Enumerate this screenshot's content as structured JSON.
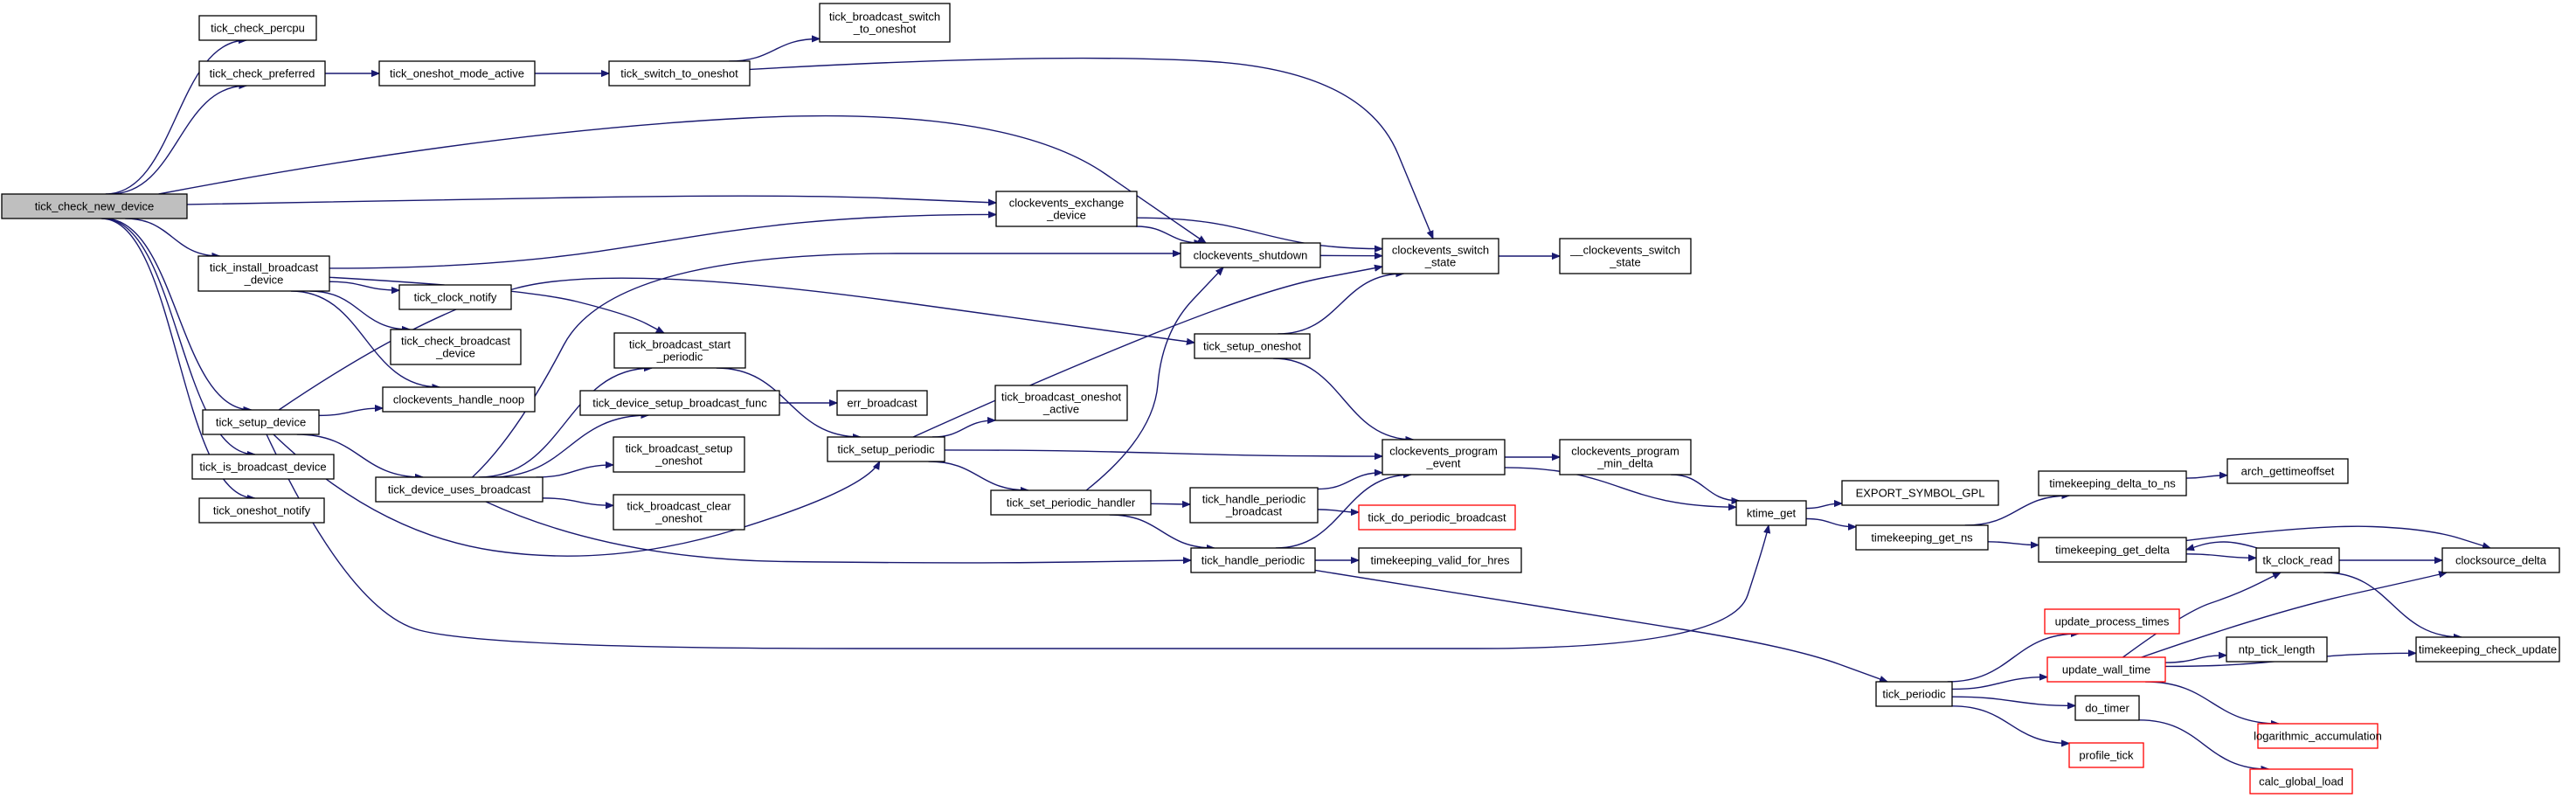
{
  "graph": {
    "root": "tick_check_new_device",
    "colors": {
      "edge": "#191970",
      "root_fill": "#bfbfbf",
      "node_border": "#000000",
      "truncated_border": "#ff0000"
    },
    "nodes": [
      {
        "id": "n0",
        "lines": [
          "tick_check_new_device"
        ],
        "root": true
      },
      {
        "id": "n1",
        "lines": [
          "tick_check_percpu"
        ]
      },
      {
        "id": "n2",
        "lines": [
          "tick_check_preferred"
        ]
      },
      {
        "id": "n3",
        "lines": [
          "tick_oneshot_mode_active"
        ]
      },
      {
        "id": "n4",
        "lines": [
          "tick_switch_to_oneshot"
        ]
      },
      {
        "id": "n5",
        "lines": [
          "tick_broadcast_switch",
          "_to_oneshot"
        ]
      },
      {
        "id": "n6",
        "lines": [
          "clockevents_switch",
          "_state"
        ]
      },
      {
        "id": "n7",
        "lines": [
          "__clockevents_switch",
          "_state"
        ]
      },
      {
        "id": "n8",
        "lines": [
          "clockevents_exchange",
          "_device"
        ]
      },
      {
        "id": "n9",
        "lines": [
          "clockevents_shutdown"
        ]
      },
      {
        "id": "n10",
        "lines": [
          "tick_install_broadcast",
          "_device"
        ]
      },
      {
        "id": "n11",
        "lines": [
          "tick_clock_notify"
        ]
      },
      {
        "id": "n12",
        "lines": [
          "tick_check_broadcast",
          "_device"
        ]
      },
      {
        "id": "n13",
        "lines": [
          "clockevents_handle_noop"
        ]
      },
      {
        "id": "n14",
        "lines": [
          "tick_broadcast_start",
          "_periodic"
        ]
      },
      {
        "id": "n15",
        "lines": [
          "tick_setup_oneshot"
        ]
      },
      {
        "id": "n16",
        "lines": [
          "tick_setup_device"
        ]
      },
      {
        "id": "n17",
        "lines": [
          "tick_device_setup_broadcast_func"
        ]
      },
      {
        "id": "n18",
        "lines": [
          "err_broadcast"
        ]
      },
      {
        "id": "n19",
        "lines": [
          "tick_broadcast_oneshot",
          "_active"
        ]
      },
      {
        "id": "n20",
        "lines": [
          "tick_setup_periodic"
        ]
      },
      {
        "id": "n21",
        "lines": [
          "clockevents_program",
          "_event"
        ]
      },
      {
        "id": "n22",
        "lines": [
          "clockevents_program",
          "_min_delta"
        ]
      },
      {
        "id": "n23",
        "lines": [
          "tick_is_broadcast_device"
        ]
      },
      {
        "id": "n24",
        "lines": [
          "tick_device_uses_broadcast"
        ]
      },
      {
        "id": "n25",
        "lines": [
          "tick_broadcast_setup",
          "_oneshot"
        ]
      },
      {
        "id": "n26",
        "lines": [
          "tick_broadcast_clear",
          "_oneshot"
        ]
      },
      {
        "id": "n27",
        "lines": [
          "tick_oneshot_notify"
        ]
      },
      {
        "id": "n28",
        "lines": [
          "tick_set_periodic_handler"
        ]
      },
      {
        "id": "n29",
        "lines": [
          "tick_handle_periodic",
          "_broadcast"
        ]
      },
      {
        "id": "n30",
        "lines": [
          "tick_do_periodic_broadcast"
        ],
        "truncated": true
      },
      {
        "id": "n31",
        "lines": [
          "tick_handle_periodic"
        ]
      },
      {
        "id": "n32",
        "lines": [
          "timekeeping_valid_for_hres"
        ]
      },
      {
        "id": "n33",
        "lines": [
          "ktime_get"
        ]
      },
      {
        "id": "n34",
        "lines": [
          "EXPORT_SYMBOL_GPL"
        ]
      },
      {
        "id": "n35",
        "lines": [
          "timekeeping_delta_to_ns"
        ]
      },
      {
        "id": "n36",
        "lines": [
          "arch_gettimeoffset"
        ]
      },
      {
        "id": "n37",
        "lines": [
          "timekeeping_get_ns"
        ]
      },
      {
        "id": "n38",
        "lines": [
          "timekeeping_get_delta"
        ]
      },
      {
        "id": "n39",
        "lines": [
          "tk_clock_read"
        ]
      },
      {
        "id": "n40",
        "lines": [
          "clocksource_delta"
        ]
      },
      {
        "id": "n41",
        "lines": [
          "tick_periodic"
        ]
      },
      {
        "id": "n42",
        "lines": [
          "update_process_times"
        ],
        "truncated": true
      },
      {
        "id": "n43",
        "lines": [
          "update_wall_time"
        ],
        "truncated": true
      },
      {
        "id": "n44",
        "lines": [
          "ntp_tick_length"
        ]
      },
      {
        "id": "n45",
        "lines": [
          "timekeeping_check_update"
        ]
      },
      {
        "id": "n46",
        "lines": [
          "do_timer"
        ]
      },
      {
        "id": "n47",
        "lines": [
          "logarithmic_accumulation"
        ],
        "truncated": true
      },
      {
        "id": "n48",
        "lines": [
          "profile_tick"
        ],
        "truncated": true
      },
      {
        "id": "n49",
        "lines": [
          "calc_global_load"
        ],
        "truncated": true
      }
    ],
    "edges": [
      [
        "n0",
        "n1"
      ],
      [
        "n0",
        "n2"
      ],
      [
        "n0",
        "n9"
      ],
      [
        "n0",
        "n8"
      ],
      [
        "n0",
        "n10"
      ],
      [
        "n0",
        "n16"
      ],
      [
        "n0",
        "n23"
      ],
      [
        "n0",
        "n27"
      ],
      [
        "n2",
        "n3"
      ],
      [
        "n3",
        "n4"
      ],
      [
        "n4",
        "n5"
      ],
      [
        "n4",
        "n6"
      ],
      [
        "n6",
        "n7"
      ],
      [
        "n8",
        "n9"
      ],
      [
        "n8",
        "n6"
      ],
      [
        "n9",
        "n6"
      ],
      [
        "n10",
        "n8"
      ],
      [
        "n10",
        "n11"
      ],
      [
        "n10",
        "n12"
      ],
      [
        "n10",
        "n13"
      ],
      [
        "n10",
        "n14"
      ],
      [
        "n16",
        "n13"
      ],
      [
        "n16",
        "n24"
      ],
      [
        "n16",
        "n15"
      ],
      [
        "n16",
        "n20"
      ],
      [
        "n16",
        "n33"
      ],
      [
        "n24",
        "n17"
      ],
      [
        "n24",
        "n14"
      ],
      [
        "n24",
        "n25"
      ],
      [
        "n24",
        "n26"
      ],
      [
        "n24",
        "n9"
      ],
      [
        "n24",
        "n31"
      ],
      [
        "n17",
        "n18"
      ],
      [
        "n14",
        "n20"
      ],
      [
        "n15",
        "n6"
      ],
      [
        "n15",
        "n21"
      ],
      [
        "n20",
        "n19"
      ],
      [
        "n20",
        "n6"
      ],
      [
        "n20",
        "n21"
      ],
      [
        "n20",
        "n28"
      ],
      [
        "n28",
        "n9"
      ],
      [
        "n28",
        "n29"
      ],
      [
        "n28",
        "n31"
      ],
      [
        "n29",
        "n30"
      ],
      [
        "n29",
        "n21"
      ],
      [
        "n31",
        "n21"
      ],
      [
        "n31",
        "n32"
      ],
      [
        "n31",
        "n41"
      ],
      [
        "n21",
        "n22"
      ],
      [
        "n21",
        "n33"
      ],
      [
        "n22",
        "n33"
      ],
      [
        "n33",
        "n34"
      ],
      [
        "n33",
        "n37"
      ],
      [
        "n37",
        "n35"
      ],
      [
        "n37",
        "n38"
      ],
      [
        "n35",
        "n36"
      ],
      [
        "n38",
        "n39"
      ],
      [
        "n38",
        "n40"
      ],
      [
        "n39",
        "n38"
      ],
      [
        "n39",
        "n40"
      ],
      [
        "n39",
        "n45"
      ],
      [
        "n41",
        "n42"
      ],
      [
        "n41",
        "n43"
      ],
      [
        "n41",
        "n46"
      ],
      [
        "n41",
        "n48"
      ],
      [
        "n43",
        "n39"
      ],
      [
        "n43",
        "n40"
      ],
      [
        "n43",
        "n44"
      ],
      [
        "n43",
        "n45"
      ],
      [
        "n43",
        "n47"
      ],
      [
        "n46",
        "n49"
      ]
    ]
  }
}
